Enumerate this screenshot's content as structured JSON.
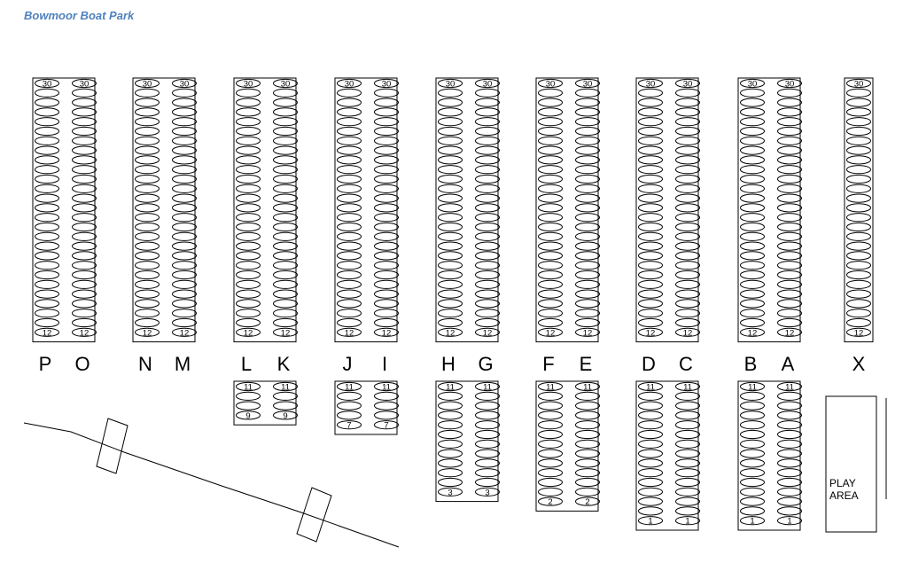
{
  "title": "Bowmoor Boat Park",
  "play_area": {
    "line1": "PLAY",
    "line2": "AREA"
  },
  "columns": [
    {
      "pair": [
        "P",
        "O"
      ],
      "upper": {
        "top": "30",
        "bottom": "12"
      }
    },
    {
      "pair": [
        "N",
        "M"
      ],
      "upper": {
        "top": "30",
        "bottom": "12"
      }
    },
    {
      "pair": [
        "L",
        "K"
      ],
      "upper": {
        "top": "30",
        "bottom": "12"
      },
      "lower": {
        "top": "11",
        "bottom": "9"
      }
    },
    {
      "pair": [
        "J",
        "I"
      ],
      "upper": {
        "top": "30",
        "bottom": "12"
      },
      "lower": {
        "top": "11",
        "bottom": "7"
      }
    },
    {
      "pair": [
        "H",
        "G"
      ],
      "upper": {
        "top": "30",
        "bottom": "12"
      },
      "lower": {
        "top": "11",
        "bottom": "3"
      }
    },
    {
      "pair": [
        "F",
        "E"
      ],
      "upper": {
        "top": "30",
        "bottom": "12"
      },
      "lower": {
        "top": "11",
        "bottom": "2"
      }
    },
    {
      "pair": [
        "D",
        "C"
      ],
      "upper": {
        "top": "30",
        "bottom": "12"
      },
      "lower": {
        "top": "11",
        "bottom": "1"
      }
    },
    {
      "pair": [
        "B",
        "A"
      ],
      "upper": {
        "top": "30",
        "bottom": "12"
      },
      "lower": {
        "top": "11",
        "bottom": "1"
      }
    },
    {
      "pair": [
        "X"
      ],
      "upper": {
        "top": "30",
        "bottom": "12"
      }
    }
  ]
}
